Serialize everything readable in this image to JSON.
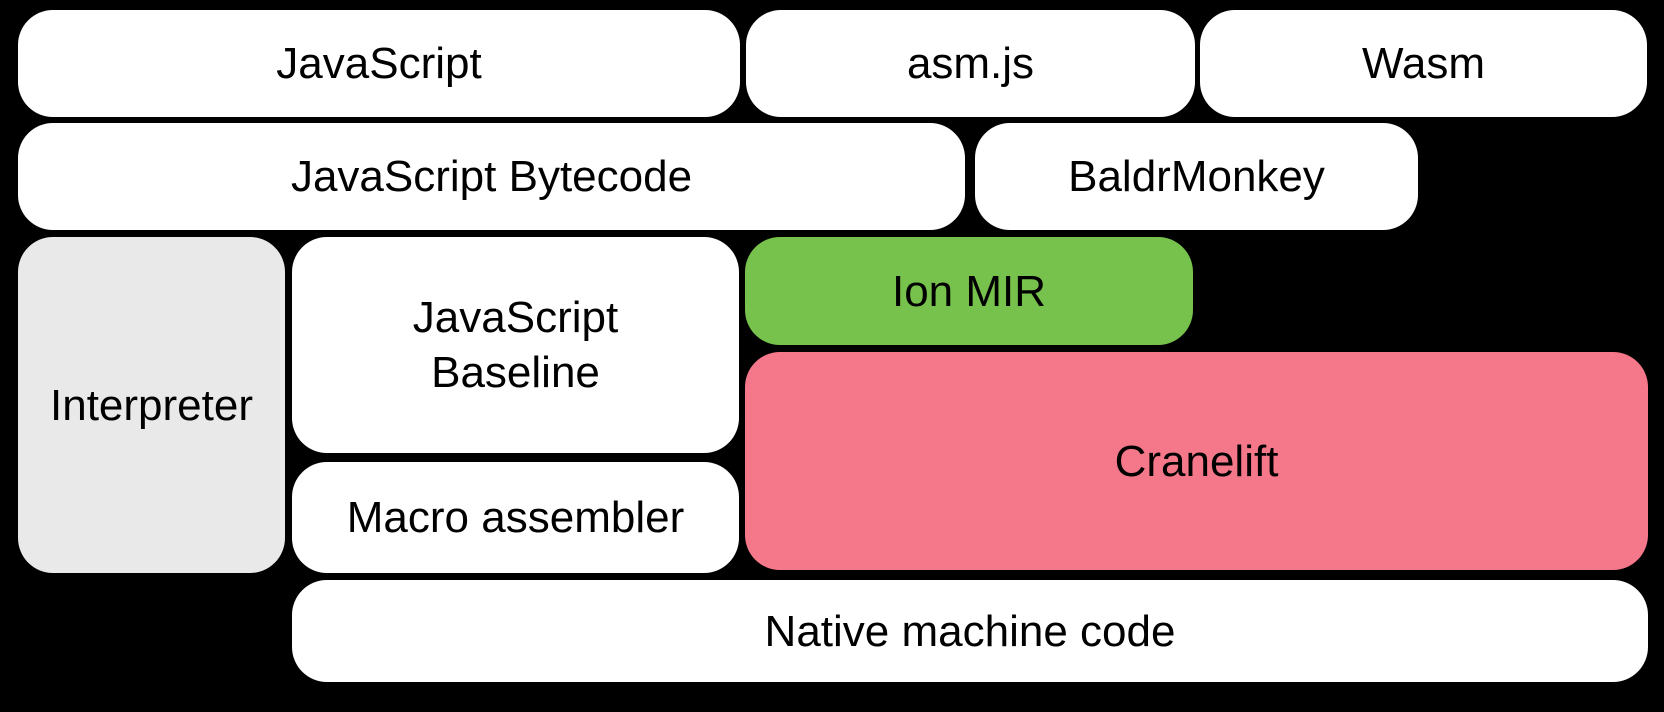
{
  "diagram": {
    "colors": {
      "background": "#000000",
      "box_default": "#ffffff",
      "interpreter_bg": "#e9e9e9",
      "ion_mir_bg": "#77c24c",
      "cranelift_bg": "#f5788a",
      "text": "#000000"
    },
    "boxes": {
      "javascript": {
        "label": "JavaScript"
      },
      "asm_js": {
        "label": "asm.js"
      },
      "wasm": {
        "label": "Wasm"
      },
      "javascript_bytecode": {
        "label": "JavaScript Bytecode"
      },
      "baldrmonkey": {
        "label": "BaldrMonkey"
      },
      "interpreter": {
        "label": "Interpreter"
      },
      "javascript_baseline": {
        "label": "JavaScript Baseline"
      },
      "ion_mir": {
        "label": "Ion MIR"
      },
      "cranelift": {
        "label": "Cranelift"
      },
      "macro_assembler": {
        "label": "Macro assembler"
      },
      "native_machine_code": {
        "label": "Native machine code"
      }
    }
  }
}
